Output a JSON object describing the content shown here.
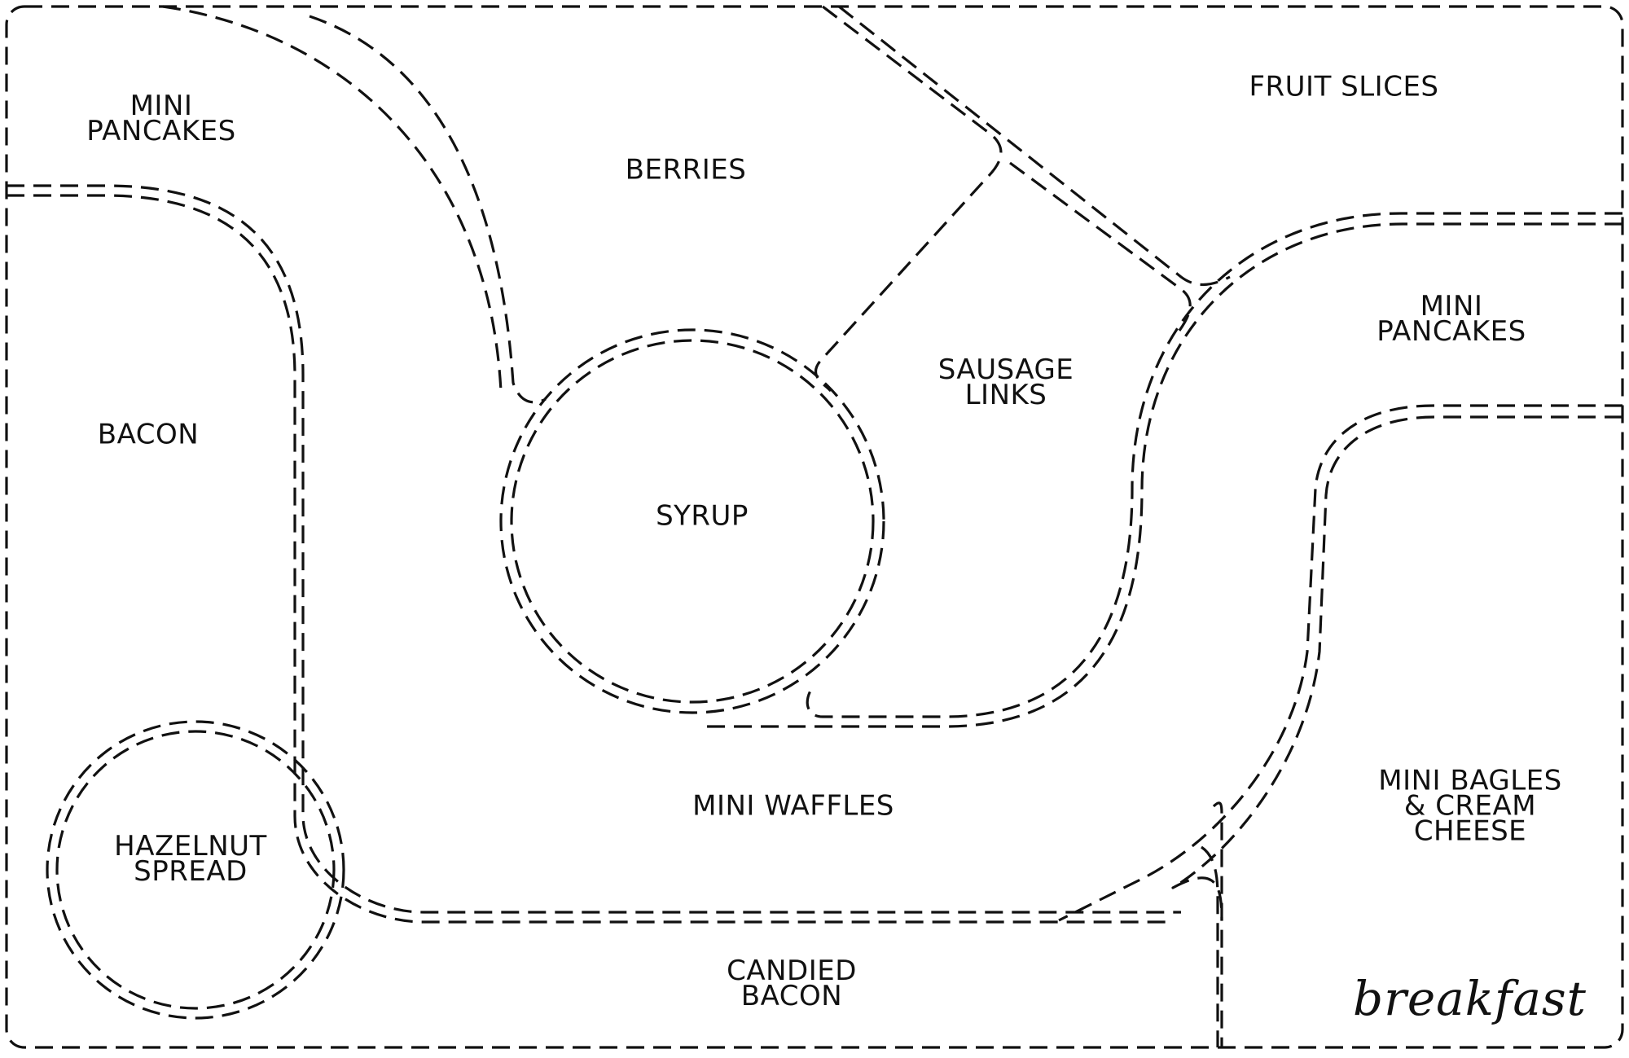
{
  "sections": {
    "mini_pancakes_top_left": [
      "MINI",
      "PANCAKES"
    ],
    "berries": [
      "BERRIES"
    ],
    "fruit_slices": [
      "FRUIT SLICES"
    ],
    "bacon": [
      "BACON"
    ],
    "syrup": [
      "SYRUP"
    ],
    "sausage_links": [
      "SAUSAGE",
      "LINKS"
    ],
    "mini_pancakes_right": [
      "MINI",
      "PANCAKES"
    ],
    "mini_waffles": [
      "MINI WAFFLES"
    ],
    "hazelnut_spread": [
      "HAZELNUT",
      "SPREAD"
    ],
    "mini_bagles": [
      "MINI BAGLES",
      "& CREAM",
      "CHEESE"
    ],
    "candied_bacon": [
      "CANDIED",
      "BACON"
    ]
  },
  "signature": "breakfast"
}
